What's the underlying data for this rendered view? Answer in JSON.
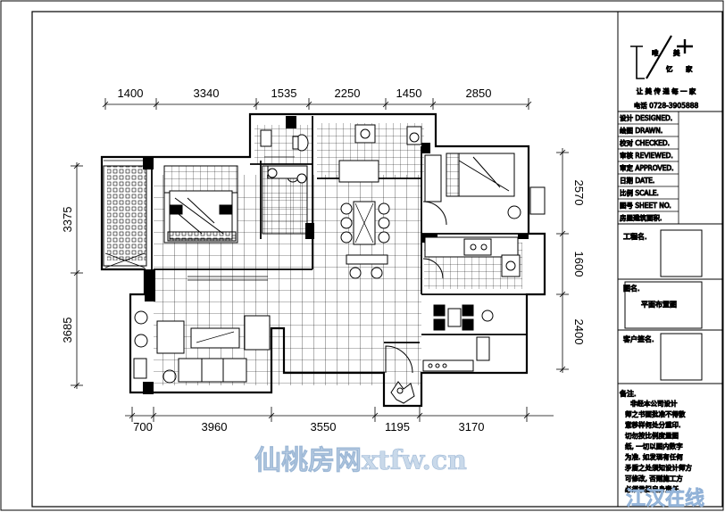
{
  "dimensions": {
    "top": [
      "1400",
      "3340",
      "1535",
      "2250",
      "1450",
      "2850"
    ],
    "bottom": [
      "700",
      "3960",
      "3550",
      "1195",
      "3170"
    ],
    "left": [
      "3375",
      "3685"
    ],
    "right": [
      "2570",
      "1600",
      "2400"
    ]
  },
  "title_block": {
    "logo_chars": [
      "唯",
      "美",
      "忆",
      "家"
    ],
    "slogan": "让 美 传 递 每 一 家",
    "phone": "电话  0728-3905888",
    "rows": [
      "设计 DESIGNED.",
      "绘图 DRAWN.",
      "校对 CHECKED.",
      "审核 REVIEWED.",
      "审定 APPROVED.",
      "日期 DATE.",
      "比例 SCALE.",
      "图号 SHEET NO.",
      "房屋建筑面积."
    ],
    "project_label": "工程名.",
    "drawing_label": "图名.",
    "drawing_name": "平面布置图",
    "client_label": "客户签名.",
    "notes_label": "备注.",
    "notes_lines": [
      "非经本公司设计",
      "师之书面批准不得散",
      "意移样何处分重印.",
      "切勿按比例度量图",
      "纸, 一切以图内数字",
      "为准. 如发现有任何",
      "矛盾之处须知设计师方",
      "可修改, 否则施工方",
      "必须承担自身责任."
    ]
  },
  "watermarks": {
    "center": "仙桃房网xtfw.cn",
    "corner": "江汉在线"
  },
  "colors": {
    "line": "#000000",
    "watermark": "#b8d0ea"
  }
}
